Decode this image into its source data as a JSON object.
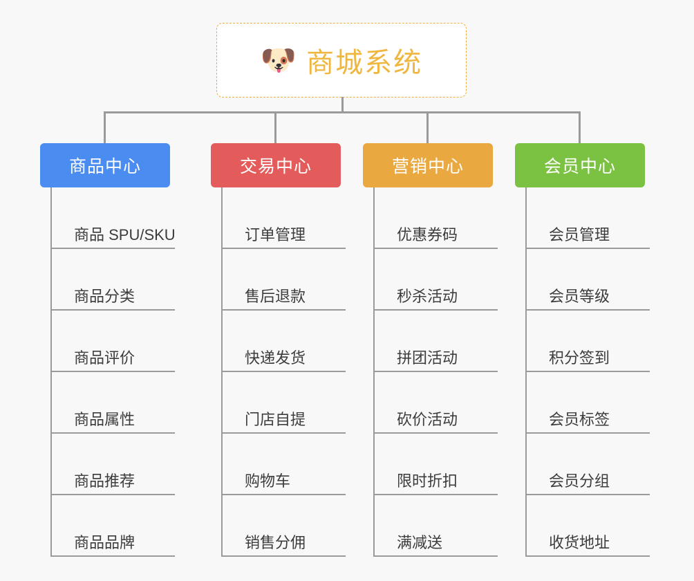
{
  "background_color": "#f8f8f8",
  "root": {
    "icon": "shiba-dog-face-emoji",
    "icon_glyph": "🐶",
    "title": "商城系统",
    "text_color": "#f0b740",
    "border_color": "#eead3c",
    "fill_color": "#ffffff"
  },
  "connector_color": "#9a9a9a",
  "columns": [
    {
      "id": "product-center",
      "header": "商品中心",
      "color": "#4a8cf0",
      "items": [
        "商品 SPU/SKU",
        "商品分类",
        "商品评价",
        "商品属性",
        "商品推荐",
        "商品品牌"
      ]
    },
    {
      "id": "trade-center",
      "header": "交易中心",
      "color": "#e45b5b",
      "items": [
        "订单管理",
        "售后退款",
        "快递发货",
        "门店自提",
        "购物车",
        "销售分佣"
      ]
    },
    {
      "id": "marketing-center",
      "header": "营销中心",
      "color": "#eaa840",
      "items": [
        "优惠券码",
        "秒杀活动",
        "拼团活动",
        "砍价活动",
        "限时折扣",
        "满减送"
      ]
    },
    {
      "id": "member-center",
      "header": "会员中心",
      "color": "#7cc242",
      "items": [
        "会员管理",
        "会员等级",
        "积分签到",
        "会员标签",
        "会员分组",
        "收货地址"
      ]
    }
  ]
}
